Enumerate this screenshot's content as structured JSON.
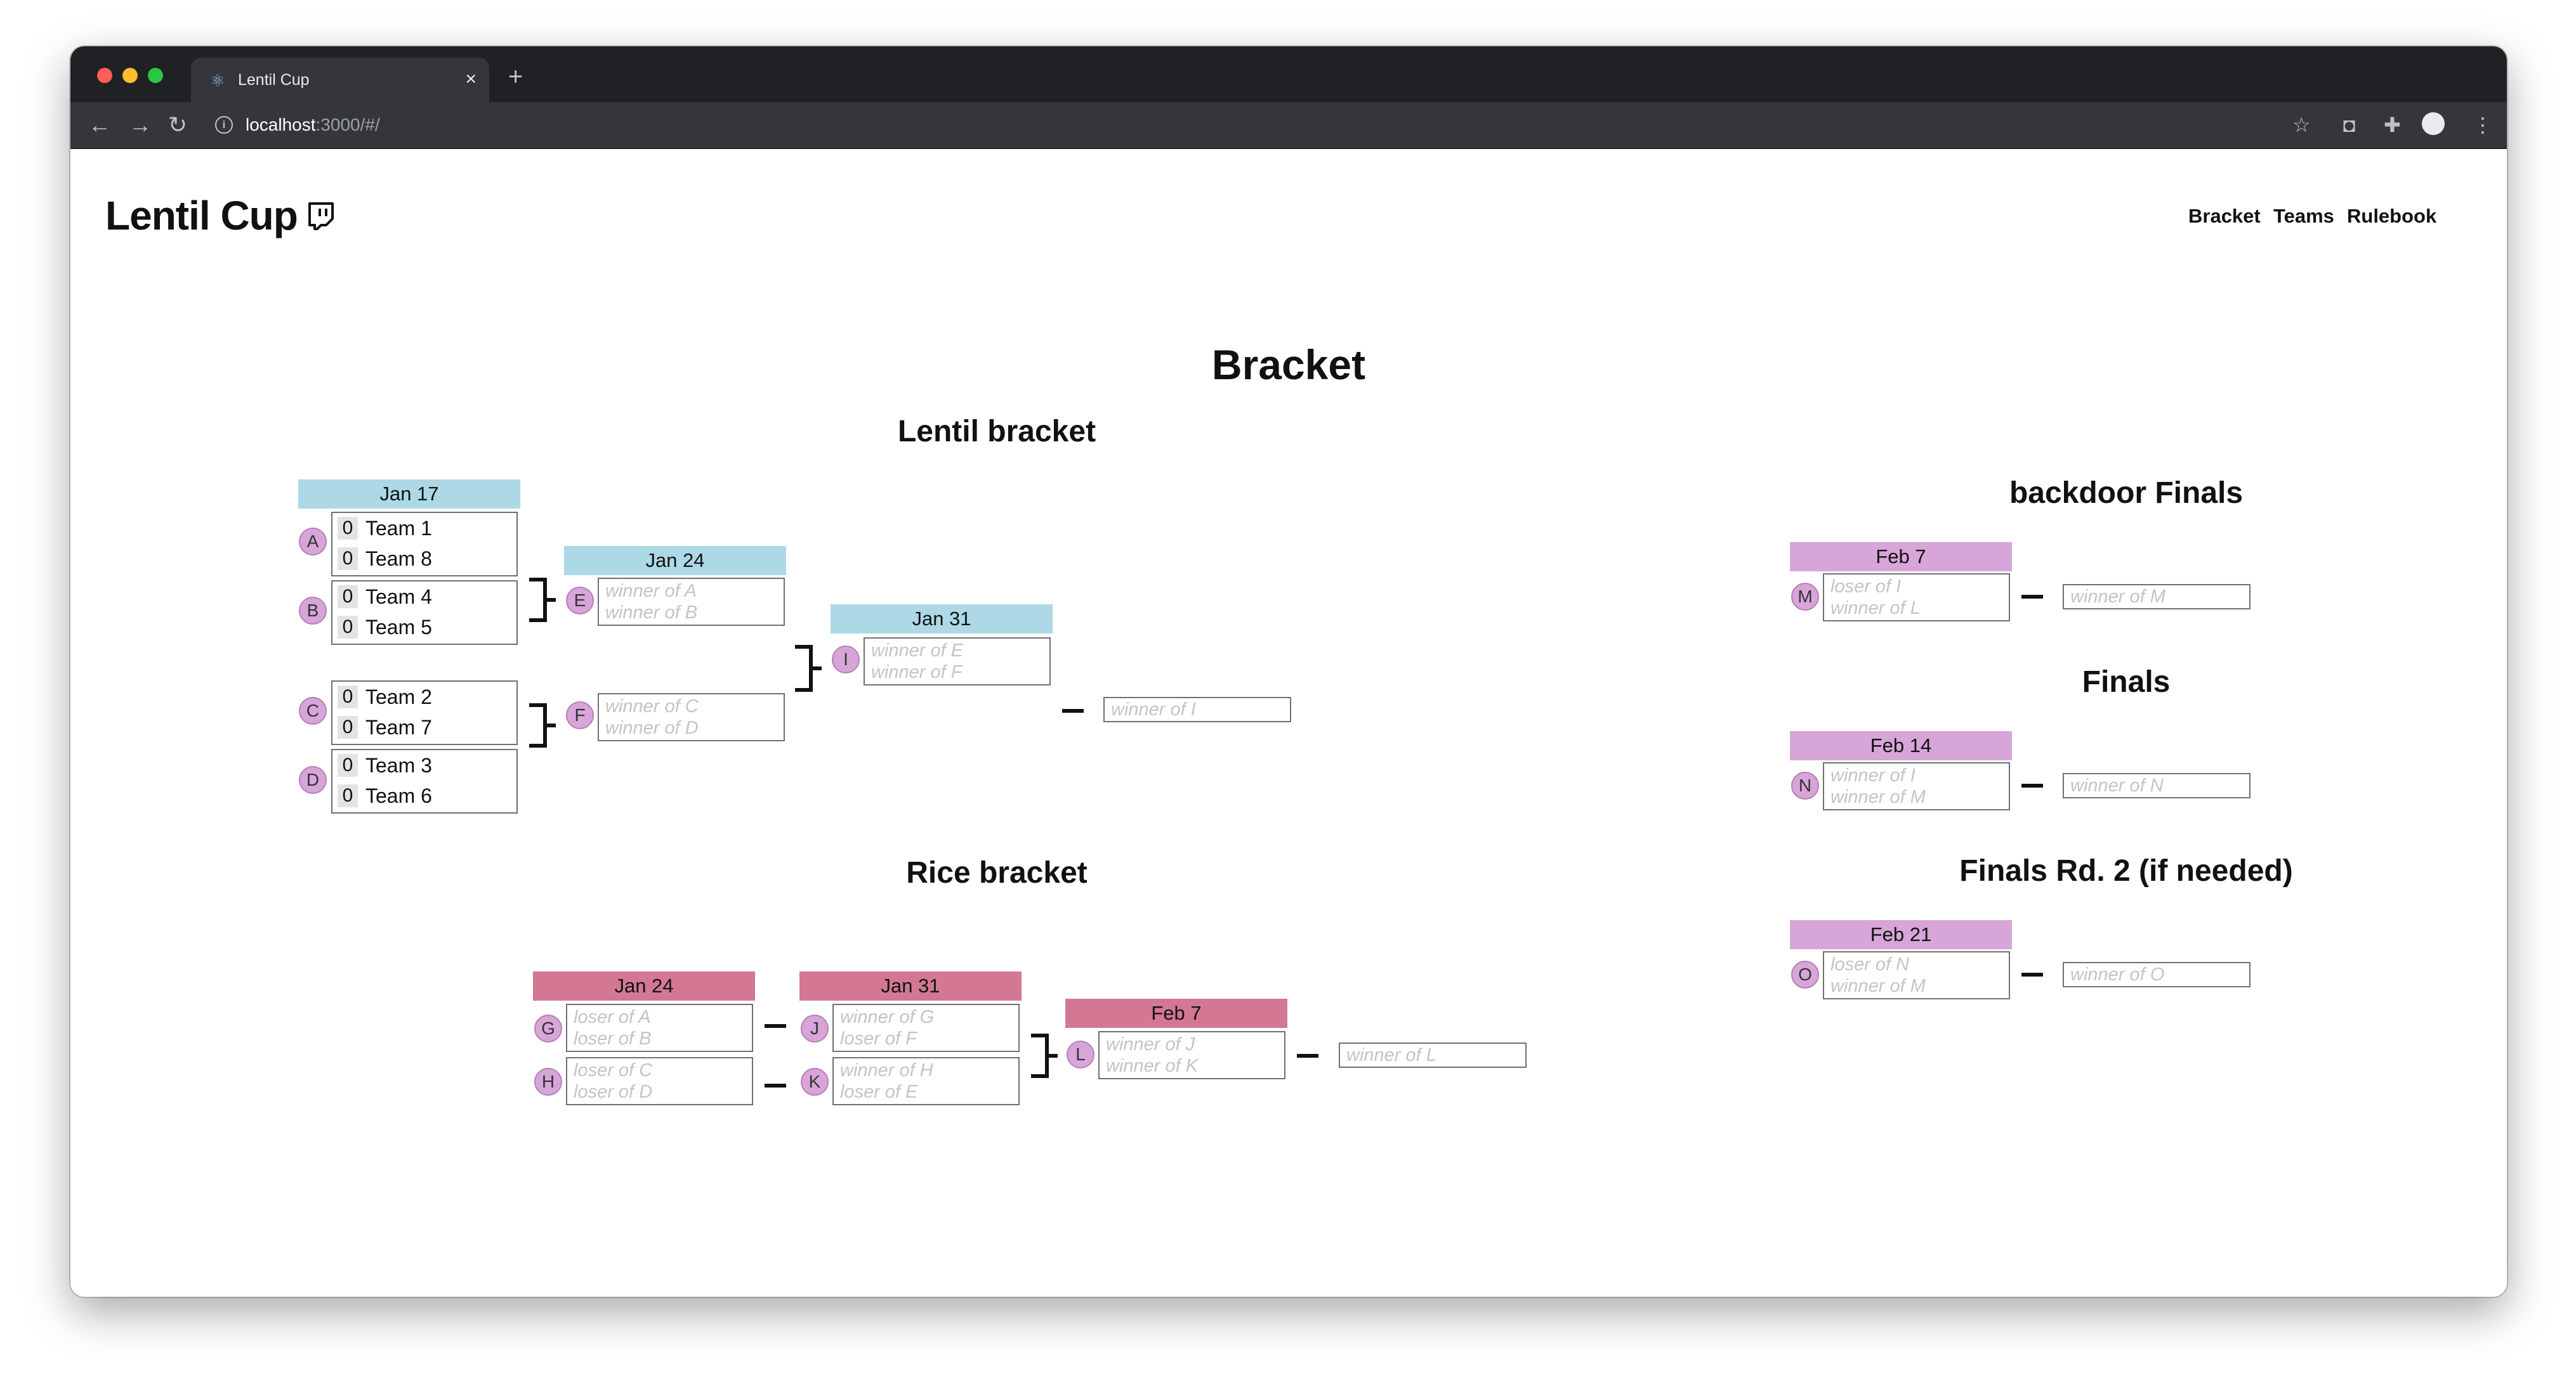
{
  "browser": {
    "tab_title": "Lentil Cup",
    "tab_close": "×",
    "new_tab": "+",
    "url_host": "localhost",
    "url_path": ":3000/#/",
    "icons": [
      "back-arrow-icon",
      "forward-arrow-icon",
      "reload-icon",
      "info-icon",
      "star-icon",
      "pocket-icon",
      "extensions-icon",
      "profile-icon",
      "menu-icon"
    ]
  },
  "site": {
    "title": "Lentil Cup",
    "nav": [
      "Bracket",
      "Teams",
      "Rulebook"
    ]
  },
  "main": {
    "heading": "Bracket"
  },
  "lentil": {
    "title": "Lentil bracket",
    "dates": [
      "Jan 17",
      "Jan 24",
      "Jan 31"
    ],
    "matches": [
      {
        "id": "A",
        "teams": [
          {
            "score": "0",
            "name": "Team 1"
          },
          {
            "score": "0",
            "name": "Team 8"
          }
        ]
      },
      {
        "id": "B",
        "teams": [
          {
            "score": "0",
            "name": "Team 4"
          },
          {
            "score": "0",
            "name": "Team 5"
          }
        ]
      },
      {
        "id": "C",
        "teams": [
          {
            "score": "0",
            "name": "Team 2"
          },
          {
            "score": "0",
            "name": "Team 7"
          }
        ]
      },
      {
        "id": "D",
        "teams": [
          {
            "score": "0",
            "name": "Team 3"
          },
          {
            "score": "0",
            "name": "Team 6"
          }
        ]
      },
      {
        "id": "E",
        "slots": [
          "winner of A",
          "winner of B"
        ]
      },
      {
        "id": "F",
        "slots": [
          "winner of C",
          "winner of D"
        ]
      },
      {
        "id": "I",
        "slots": [
          "winner of E",
          "winner of F"
        ]
      }
    ],
    "winner": "winner of I"
  },
  "rice": {
    "title": "Rice bracket",
    "dates": [
      "Jan 24",
      "Jan 31",
      "Feb 7"
    ],
    "matches": [
      {
        "id": "G",
        "slots": [
          "loser of A",
          "loser of B"
        ]
      },
      {
        "id": "H",
        "slots": [
          "loser of C",
          "loser of D"
        ]
      },
      {
        "id": "J",
        "slots": [
          "winner of G",
          "loser of F"
        ]
      },
      {
        "id": "K",
        "slots": [
          "winner of H",
          "loser of E"
        ]
      },
      {
        "id": "L",
        "slots": [
          "winner of J",
          "winner of K"
        ]
      }
    ],
    "winner": "winner of L"
  },
  "finals": [
    {
      "title": "backdoor Finals",
      "date": "Feb 7",
      "id": "M",
      "slots": [
        "loser of I",
        "winner of L"
      ],
      "winner": "winner of M"
    },
    {
      "title": "Finals",
      "date": "Feb 14",
      "id": "N",
      "slots": [
        "winner of I",
        "winner of M"
      ],
      "winner": "winner of N"
    },
    {
      "title": "Finals Rd. 2 (if needed)",
      "date": "Feb 21",
      "id": "O",
      "slots": [
        "loser of N",
        "winner of M"
      ],
      "winner": "winner of O"
    }
  ],
  "colors": {
    "lentil_date": "#add8e6",
    "rice_date": "#d47792",
    "finals_date": "#d8a5d8",
    "badge": "#d8a5d8"
  }
}
